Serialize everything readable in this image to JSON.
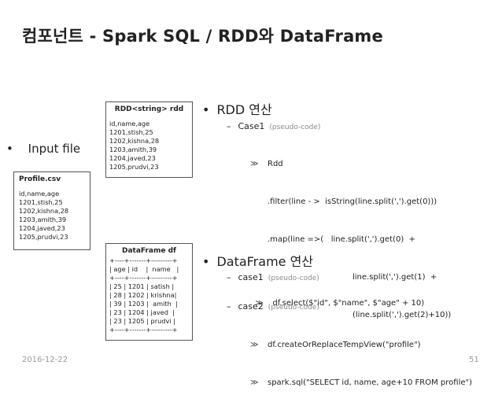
{
  "title": "컴포넌트 - Spark SQL / RDD와 DataFrame",
  "left": {
    "bullet": "•",
    "input_label": "Input file",
    "profile": {
      "header": "Profile.csv",
      "lines": [
        "id,name,age",
        "1201,stish,25",
        "1202,kishna,28",
        "1203,amith,39",
        "1204,javed,23",
        "1205,prudvi,23"
      ]
    }
  },
  "rdd_box": {
    "header": "RDD<string> rdd",
    "lines": [
      "id,name,age",
      "1201,stish,25",
      "1202,kishna,28",
      "1203,amith,39",
      "1204,javed,23",
      "1205,prudvi,23"
    ]
  },
  "df_box": {
    "header": "DataFrame df",
    "lines": [
      "+----+-------+---------+",
      "| age | id    |  name   |",
      "+----+-------+---------+",
      "| 25 | 1201 | satish |",
      "| 28 | 1202 | krishna|",
      "| 39 | 1203 |  amith  |",
      "| 23 | 1204 | javed  |",
      "| 23 | 1205 | prudvi |",
      "+----+-------+---------+"
    ]
  },
  "rdd_section": {
    "bullet": "•",
    "heading": "RDD 연산",
    "case_dash": "–",
    "case_label": "Case1",
    "case_note": "(pseudo-code)",
    "arrow": "≫",
    "code": [
      "Rdd",
      ".filter(line - >  isString(line.split(',').get(0)))",
      ".map(line =>(   line.split(',').get(0)  +",
      "line.split(',').get(1)  +",
      "(line.split(',').get(2)+10))"
    ]
  },
  "df_section": {
    "bullet": "•",
    "heading": "DataFrame 연산",
    "case1_dash": "–",
    "case1_label": "case1",
    "case1_note": "(pseudo-code)",
    "case1_arrow": "≫",
    "case1_code": "df.select($\"id\", $\"name\", $\"age\" + 10)",
    "case2_dash": "–",
    "case2_label": "case2",
    "case2_note": "(pseudo-code)",
    "case2_arrow1": "≫",
    "case2_code1": "df.createOrReplaceTempView(\"profile\")",
    "case2_arrow2": "≫",
    "case2_code2": "spark.sql(\"SELECT id, name, age+10 FROM profile\")"
  },
  "footer": {
    "date": "2016-12-22",
    "page": "51"
  }
}
